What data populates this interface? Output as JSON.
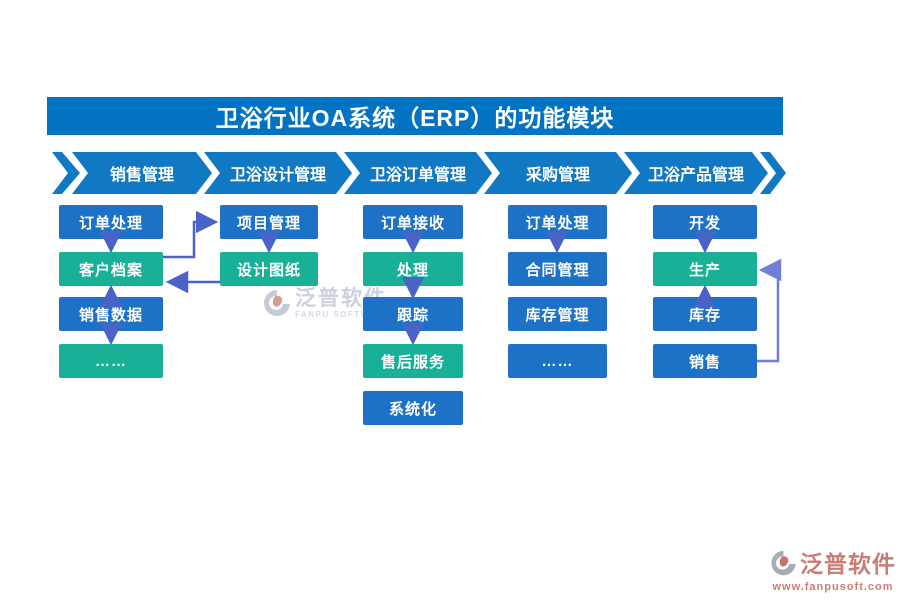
{
  "title": "卫浴行业OA系统（ERP）的功能模块",
  "colors": {
    "banner_blue": "#0173c2",
    "ribbon_blue": "#1178c4",
    "box_blue": "#1d72c8",
    "box_teal": "#19b098",
    "arrow_blue": "#4a63c6",
    "elbow_light_blue": "#6f7fd8",
    "watermark_red": "#c87e76",
    "watermark_gray": "#c3c9d8"
  },
  "columns": [
    {
      "header": "销售管理",
      "boxes": [
        {
          "label": "订单处理",
          "style": "blue"
        },
        {
          "label": "客户档案",
          "style": "teal"
        },
        {
          "label": "销售数据",
          "style": "blue"
        },
        {
          "label": "……",
          "style": "teal"
        }
      ]
    },
    {
      "header": "卫浴设计管理",
      "boxes": [
        {
          "label": "项目管理",
          "style": "blue"
        },
        {
          "label": "设计图纸",
          "style": "teal"
        }
      ]
    },
    {
      "header": "卫浴订单管理",
      "boxes": [
        {
          "label": "订单接收",
          "style": "blue"
        },
        {
          "label": "处理",
          "style": "teal"
        },
        {
          "label": "跟踪",
          "style": "blue"
        },
        {
          "label": "售后服务",
          "style": "teal"
        },
        {
          "label": "系统化",
          "style": "blue"
        }
      ]
    },
    {
      "header": "采购管理",
      "boxes": [
        {
          "label": "订单处理",
          "style": "blue"
        },
        {
          "label": "合同管理",
          "style": "blue"
        },
        {
          "label": "库存管理",
          "style": "blue"
        },
        {
          "label": "……",
          "style": "blue"
        }
      ]
    },
    {
      "header": "卫浴产品管理",
      "boxes": [
        {
          "label": "开发",
          "style": "blue"
        },
        {
          "label": "生产",
          "style": "teal"
        },
        {
          "label": "库存",
          "style": "blue"
        },
        {
          "label": "销售",
          "style": "blue"
        }
      ]
    }
  ],
  "arrows": {
    "down_arrows": [
      "订单处理→客户档案",
      "销售数据→……",
      "项目管理→设计图纸",
      "订单接收→处理",
      "处理→跟踪",
      "跟踪→售后服务",
      "订单处理→合同管理",
      "开发→生产"
    ],
    "up_arrows": [
      "销售数据→客户档案",
      "库存→生产"
    ],
    "elbow_connectors": [
      "客户档案→项目管理",
      "设计图纸→客户档案",
      "销售→生产"
    ]
  },
  "watermark_center": {
    "brand": "泛普软件",
    "subtitle": "FANPU SOFTWARE"
  },
  "watermark_corner": {
    "brand": "泛普软件",
    "url": "www.fanpusoft.com"
  }
}
